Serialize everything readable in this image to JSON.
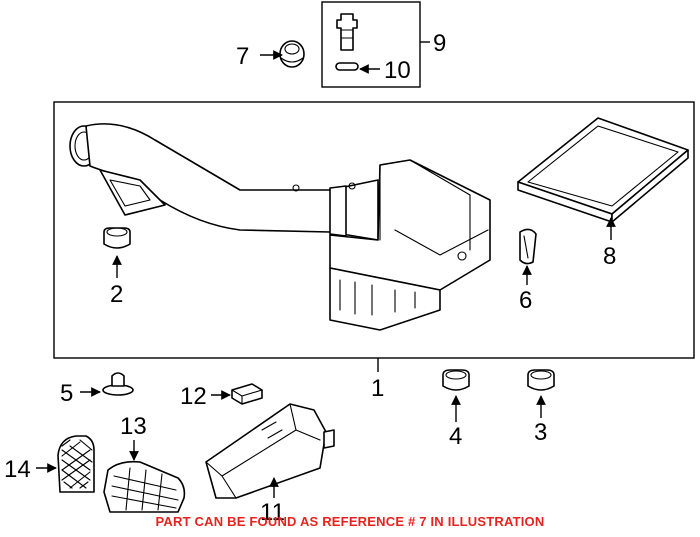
{
  "callouts": {
    "c1": "1",
    "c2": "2",
    "c3": "3",
    "c4": "4",
    "c5": "5",
    "c6": "6",
    "c7": "7",
    "c8": "8",
    "c9": "9",
    "c10": "10",
    "c11": "11",
    "c12": "12",
    "c13": "13",
    "c14": "14"
  },
  "notice": "PART CAN BE FOUND AS REFERENCE # 7 IN ILLUSTRATION",
  "colors": {
    "notice": "#e8231f",
    "line": "#000000",
    "background": "#ffffff"
  }
}
